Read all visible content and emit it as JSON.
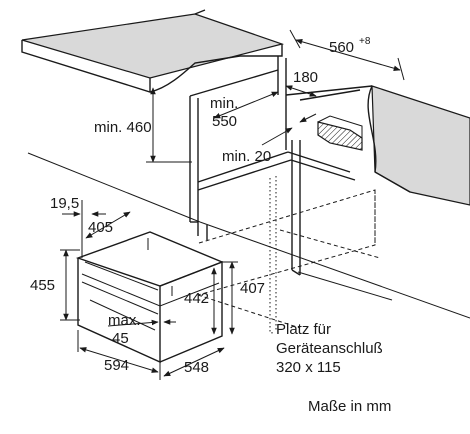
{
  "dimensions": {
    "depth_560": "560",
    "depth_560_sup": "+8",
    "w_180": "180",
    "min460_a": "min. 460",
    "min550_line1": "min.",
    "min550_line2": "550",
    "min20": "min. 20",
    "d_19_5": "19,5",
    "d_405": "405",
    "d_455": "455",
    "d_442": "442",
    "d_407": "407",
    "max45_line1": "max.",
    "max45_line2": "45",
    "d_594": "594",
    "d_548": "548"
  },
  "connection_note": {
    "line1": "Platz für",
    "line2": "Geräteanschluß",
    "line3": "320 x 115"
  },
  "units_note": "Maße in mm"
}
